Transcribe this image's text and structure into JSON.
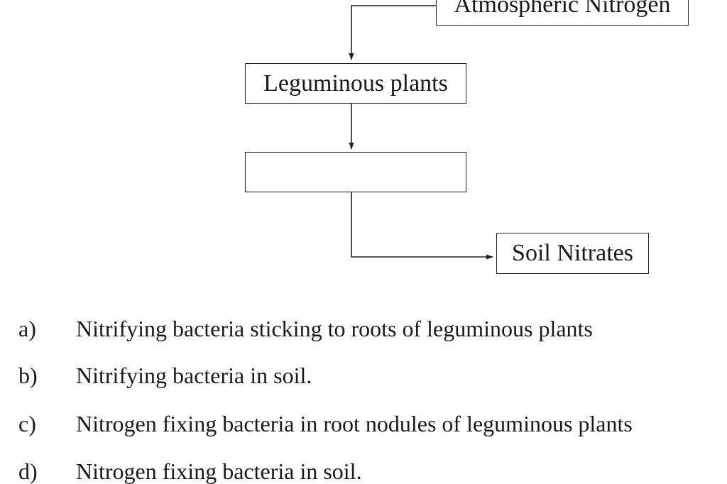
{
  "diagram": {
    "nodes": {
      "atmospheric": "Atmospheric Nitrogen",
      "leguminous": "Leguminous plants",
      "blank": "",
      "soil": "Soil Nitrates"
    }
  },
  "options": [
    {
      "letter": "a)",
      "text": "Nitrifying bacteria sticking to roots of leguminous plants"
    },
    {
      "letter": "b)",
      "text": "Nitrifying bacteria in soil."
    },
    {
      "letter": "c)",
      "text": "Nitrogen fixing bacteria in root nodules of leguminous plants"
    },
    {
      "letter": "d)",
      "text": "Nitrogen fixing bacteria in soil."
    }
  ]
}
